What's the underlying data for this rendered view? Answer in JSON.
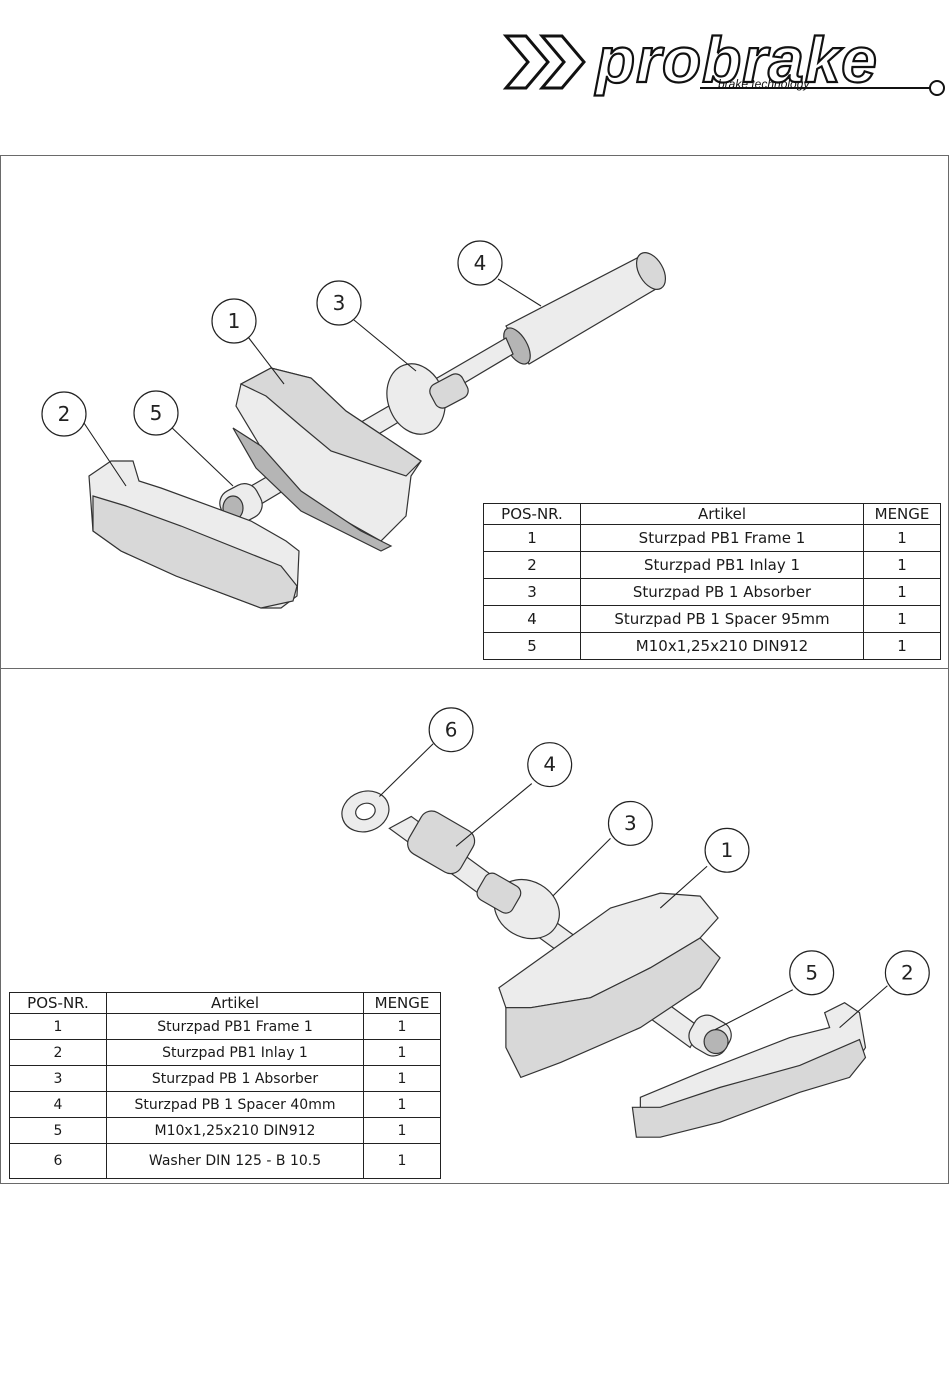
{
  "logo": {
    "brand": "probrake",
    "tagline": "brake technology"
  },
  "top_section": {
    "callouts": [
      "1",
      "2",
      "3",
      "4",
      "5"
    ],
    "table": {
      "headers": [
        "POS-NR.",
        "Artikel",
        "MENGE"
      ],
      "rows": [
        [
          "1",
          "Sturzpad PB1 Frame 1",
          "1"
        ],
        [
          "2",
          "Sturzpad PB1 Inlay 1",
          "1"
        ],
        [
          "3",
          "Sturzpad PB 1 Absorber",
          "1"
        ],
        [
          "4",
          "Sturzpad PB 1 Spacer 95mm",
          "1"
        ],
        [
          "5",
          "M10x1,25x210 DIN912",
          "1"
        ]
      ]
    }
  },
  "bottom_section": {
    "callouts": [
      "6",
      "4",
      "3",
      "1",
      "5",
      "2"
    ],
    "table": {
      "headers": [
        "POS-NR.",
        "Artikel",
        "MENGE"
      ],
      "rows": [
        [
          "1",
          "Sturzpad PB1 Frame 1",
          "1"
        ],
        [
          "2",
          "Sturzpad PB1 Inlay 1",
          "1"
        ],
        [
          "3",
          "Sturzpad PB 1 Absorber",
          "1"
        ],
        [
          "4",
          "Sturzpad PB 1 Spacer 40mm",
          "1"
        ],
        [
          "5",
          "M10x1,25x210 DIN912",
          "1"
        ],
        [
          "6",
          "Washer DIN 125 - B 10.5",
          "1"
        ]
      ]
    }
  }
}
